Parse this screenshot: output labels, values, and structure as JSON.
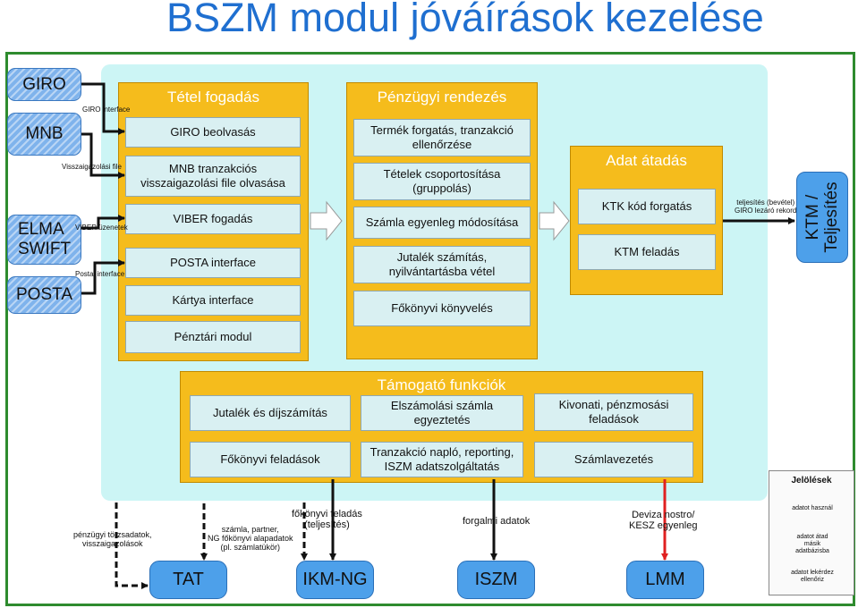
{
  "title": "BSZM modul jóváírások kezelése",
  "sources": [
    "GIRO",
    "MNB",
    "ELMA\nSWIFT",
    "POSTA"
  ],
  "source_labels": [
    "GIRO interface",
    "Visszaigazolási file",
    "VIBER üzenetek",
    "Postai interface"
  ],
  "tetel_fogadas": {
    "title": "Tétel fogadás",
    "items": [
      "GIRO beolvasás",
      "MNB tranzakciós\nvisszaigazolási file olvasása",
      "VIBER fogadás",
      "POSTA interface",
      "Kártya interface",
      "Pénztári modul"
    ]
  },
  "penzugyi_rendezes": {
    "title": "Pénzügyi rendezés",
    "items": [
      "Termék forgatás, tranzakció\nellenőrzése",
      "Tételek csoportosítása\n(gruppolás)",
      "Számla egyenleg módosítása",
      "Jutalék számítás,\nnyilvántartásba vétel",
      "Főkönyvi könyvelés"
    ]
  },
  "adat_atadas": {
    "title": "Adat átadás",
    "items": [
      "KTK kód forgatás",
      "KTM feladás"
    ]
  },
  "output_label": "teljesítés (bevétel)\nGIRO lezáró rekord",
  "ktm": "KTM /\nTeljesítés",
  "tamogato": {
    "title": "Támogató funkciók",
    "items": [
      "Jutalék és díjszámítás",
      "Elszámolási számla\negyeztetés",
      "Kivonati, pénzmosási\nfeladások",
      "Főkönyvi feladások",
      "Tranzakció napló, reporting,\nISZM adatszolgáltatás",
      "Számlavezetés"
    ]
  },
  "bottom_systems": [
    "TAT",
    "IKM-NG",
    "ISZM",
    "LMM"
  ],
  "bottom_labels": [
    "pénzügyi törzsadatok,\nvisszaigazolások",
    "számla, partner,\nNG főkönyvi alapadatok\n(pl. számlatükör)",
    "főkönyvi feladás\n(teljesítés)",
    "forgalmi adatok",
    "Deviza nostro/\nKESZ egyenleg"
  ],
  "legend": {
    "title": "Jelölések",
    "items": [
      "adatot használ",
      "adatot átad\nmásik\nadatbázisba",
      "adatot lekérdez\nellenőriz"
    ],
    "colors": [
      "#22a022",
      "#111111",
      "#e02020"
    ]
  }
}
